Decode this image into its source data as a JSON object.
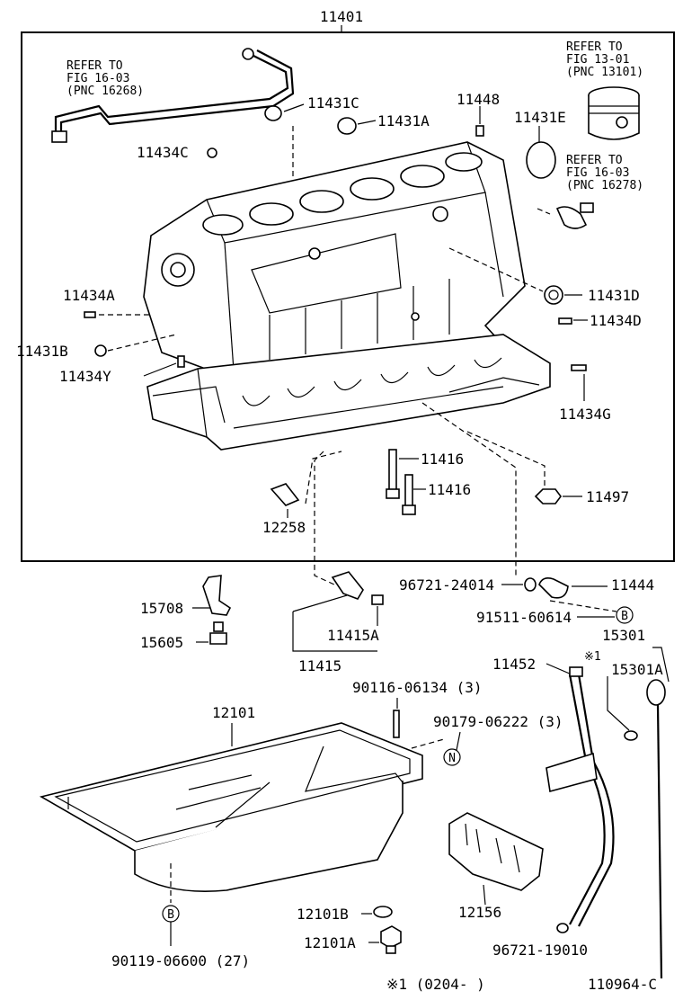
{
  "labels": {
    "assy": "11401",
    "refer_a_1": "REFER TO",
    "refer_a_2": "FIG 16-03",
    "refer_a_3": "(PNC 16268)",
    "refer_b_1": "REFER TO",
    "refer_b_2": "FIG 13-01",
    "refer_b_3": "(PNC 13101)",
    "refer_c_1": "REFER TO",
    "refer_c_2": "FIG 16-03",
    "refer_c_3": "(PNC 16278)",
    "p11431C": "11431C",
    "p11431A": "11431A",
    "p11448": "11448",
    "p11431E": "11431E",
    "p11434C": "11434C",
    "p11434A": "11434A",
    "p11431D": "11431D",
    "p11434D": "11434D",
    "p11431B": "11431B",
    "p11434Y": "11434Y",
    "p11434G": "11434G",
    "p11416a": "11416",
    "p11416b": "11416",
    "p12258": "12258",
    "p11497": "11497",
    "p96721_24014": "96721-24014",
    "p11444": "11444",
    "p91511": "91511-60614",
    "p15708": "15708",
    "p15605": "15605",
    "p11415A": "11415A",
    "p11415": "11415",
    "p15301": "15301",
    "star1": "※1",
    "p15301A": "15301A",
    "p11452": "11452",
    "p90116": "90116-06134 (3)",
    "p90179": "90179-06222 (3)",
    "p12101": "12101",
    "p12156": "12156",
    "p12101B": "12101B",
    "p12101A": "12101A",
    "p90119": "90119-06600 (27)",
    "p96721_19010": "96721-19010",
    "footnote": "※1  (0204-      )",
    "fig_no": "110964-C",
    "marker_b": "B",
    "marker_n": "N"
  },
  "colors": {
    "line": "#000000",
    "bg": "#ffffff"
  }
}
